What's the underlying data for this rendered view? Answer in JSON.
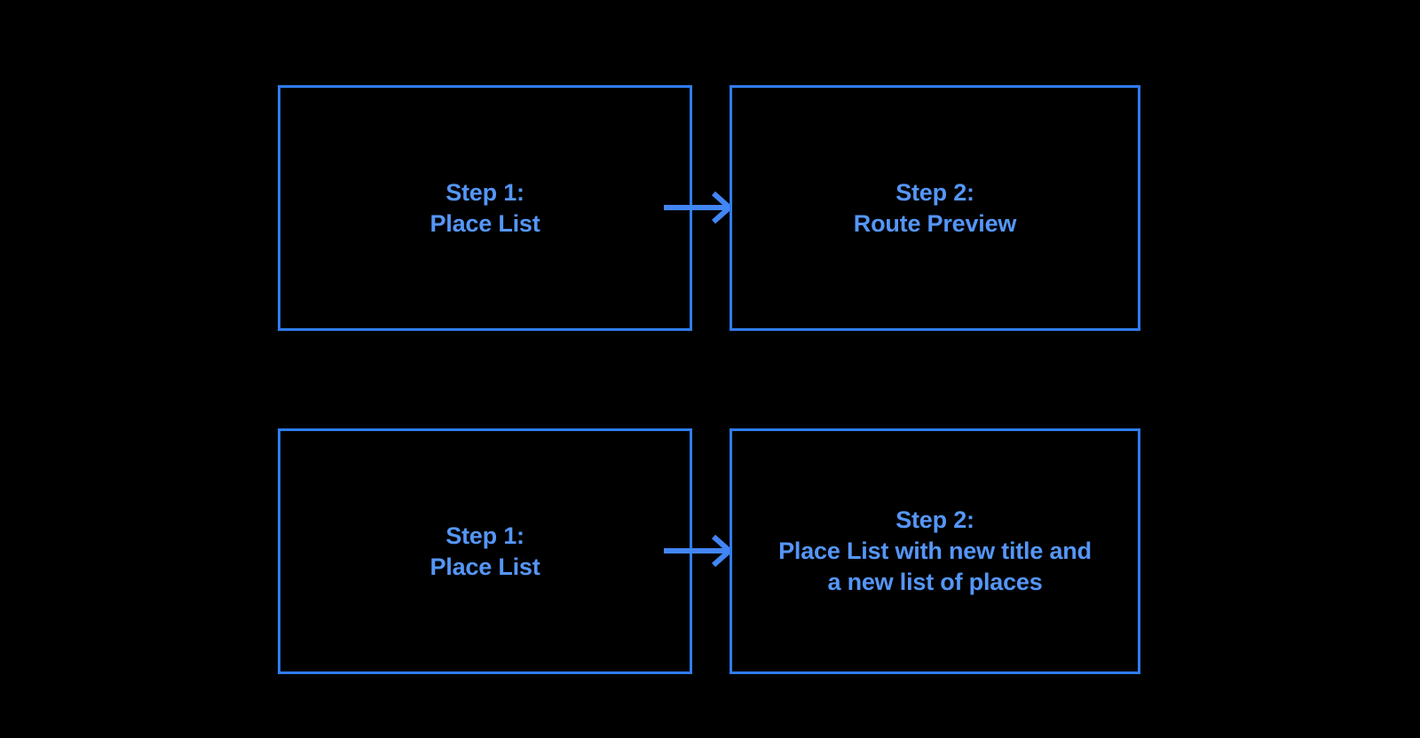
{
  "diagram": {
    "background_color": "#000000",
    "accent_color": "#4285f4",
    "border_color": "#2f7cee",
    "text_color": "#5596f7",
    "rows": [
      {
        "name": "route-preview-flow",
        "from": {
          "step_number": "Step 1:",
          "title": "Place List",
          "label": "Step 1:\nPlace List"
        },
        "connector": {
          "icon": "arrow-right-icon",
          "direction": "right"
        },
        "to": {
          "step_number": "Step 2:",
          "title": "Route Preview",
          "label": "Step 2:\nRoute Preview"
        }
      },
      {
        "name": "place-list-update-flow",
        "from": {
          "step_number": "Step 1:",
          "title": "Place List",
          "label": "Step 1:\nPlace List"
        },
        "connector": {
          "icon": "arrow-right-icon",
          "direction": "right"
        },
        "to": {
          "step_number": "Step 2:",
          "title": "Place List with new title and a new list of places",
          "label": "Step 2:\nPlace List with new title and\na new list of places"
        }
      }
    ]
  }
}
